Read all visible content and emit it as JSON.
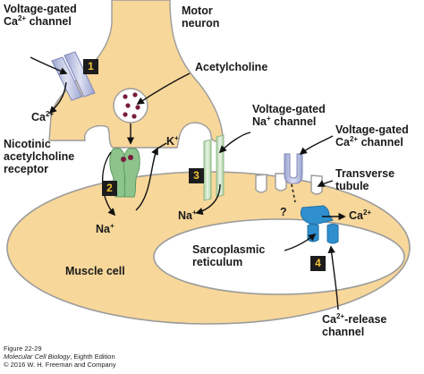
{
  "labels": {
    "motor_neuron_1": "Motor",
    "motor_neuron_2": "neuron",
    "vg_ca_1": "Voltage-gated",
    "vg_ca_2a": "Ca",
    "vg_ca_2sup": "2+",
    "vg_ca_2b": " channel",
    "ca_ion_a": "Ca",
    "ca_ion_sup": "2+",
    "acetylcholine": "Acetylcholine",
    "nicotinic_1": "Nicotinic",
    "nicotinic_2": "acetylcholine",
    "nicotinic_3": "receptor",
    "k_ion_a": "K",
    "k_ion_sup": "+",
    "na_left_a": "Na",
    "na_left_sup": "+",
    "vg_na_1": "Voltage-gated",
    "vg_na_2a": "Na",
    "vg_na_2sup": "+",
    "vg_na_2b": " channel",
    "na_mid_a": "Na",
    "na_mid_sup": "+",
    "vg_ca2_1": "Voltage-gated",
    "vg_ca2_2a": "Ca",
    "vg_ca2_2sup": "2+",
    "vg_ca2_2b": " channel",
    "tt_1": "Transverse",
    "tt_2": "tubule",
    "question": "?",
    "ca_right_a": "Ca",
    "ca_right_sup": "2+",
    "sr_1": "Sarcoplasmic",
    "sr_2": "reticulum",
    "muscle_cell": "Muscle cell",
    "release_1a": "Ca",
    "release_1sup": "2+",
    "release_1b": "-release",
    "release_2": "channel"
  },
  "steps": [
    "1",
    "2",
    "3",
    "4"
  ],
  "caption": {
    "figure": "Figure 22-29",
    "book": "Molecular Cell Biology",
    "edition": ", Eighth Edition",
    "copyright": "© 2016 W. H. Freeman and Company"
  },
  "colors": {
    "cell_fill": "#f7d79a",
    "cell_edge": "#9b9b9b",
    "neuron_fill": "#f7d79a",
    "sr_fill": "#ffffff",
    "vesicle_dot": "#7a1c3c",
    "receptor": "#8cc48c",
    "na_channel": "#d3e8cf",
    "ca_channel": "#b8bddb",
    "release_channel": "#2f8fcf",
    "badge_bg": "#1c1c1c",
    "badge_text": "#f5c23a"
  }
}
